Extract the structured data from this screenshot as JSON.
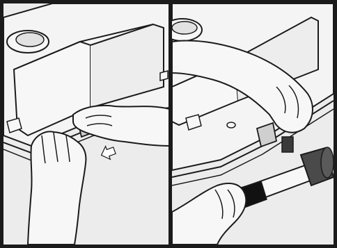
{
  "figure": {
    "panels": [
      {
        "id": "left",
        "step": 1,
        "depicts": [
          "sink-basin",
          "sink-rim",
          "mounting-clip",
          "hand-left",
          "hand-right",
          "push-arrow-icon"
        ]
      },
      {
        "id": "right",
        "step": 2,
        "depicts": [
          "sink-basin",
          "sink-rim",
          "mounting-clip",
          "hand-upper",
          "hand-lower",
          "rubber-mallet"
        ]
      }
    ],
    "colors": {
      "background": "#ececec",
      "outline": "#1b1b1b",
      "surface": "#f6f6f6",
      "shadow": "#d2d2d2",
      "mallet_head": "#4a4a4a",
      "mallet_grip": "#111111"
    }
  }
}
